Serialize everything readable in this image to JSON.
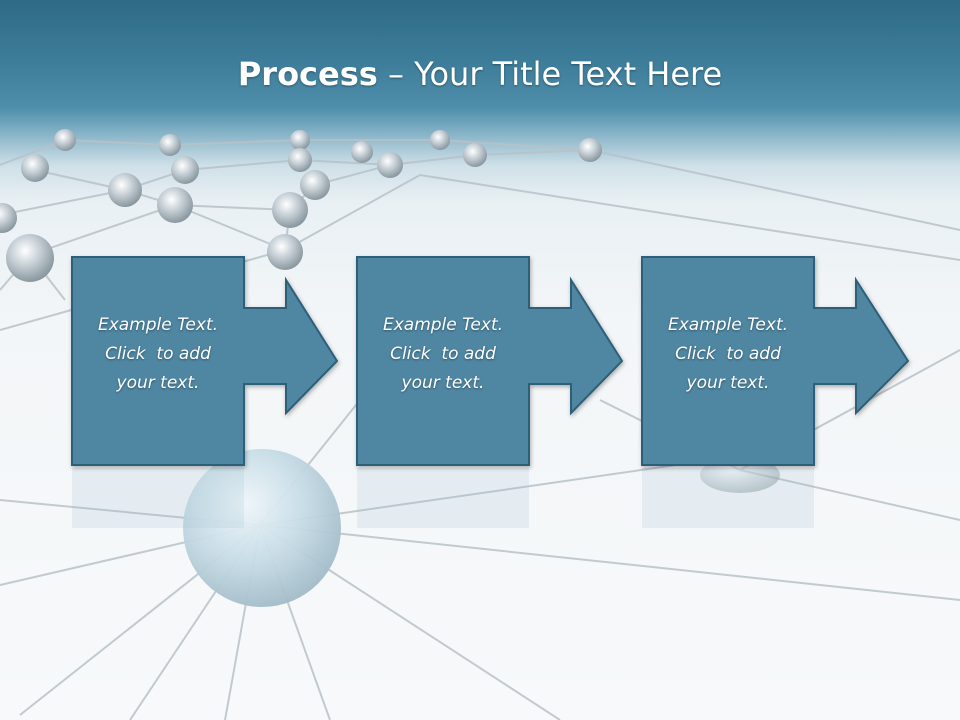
{
  "title": {
    "bold": "Process",
    "rest": " – Your Title Text Here"
  },
  "colors": {
    "header": "#3e7e9a",
    "box_fill": "#4f87a3",
    "box_border": "#2d5f78",
    "text": "#ffffff"
  },
  "steps": [
    {
      "line1": "Example Text.",
      "line2": "Click  to add",
      "line3": "your text."
    },
    {
      "line1": "Example Text.",
      "line2": "Click  to add",
      "line3": "your text."
    },
    {
      "line1": "Example Text.",
      "line2": "Click  to add",
      "line3": "your text."
    }
  ]
}
